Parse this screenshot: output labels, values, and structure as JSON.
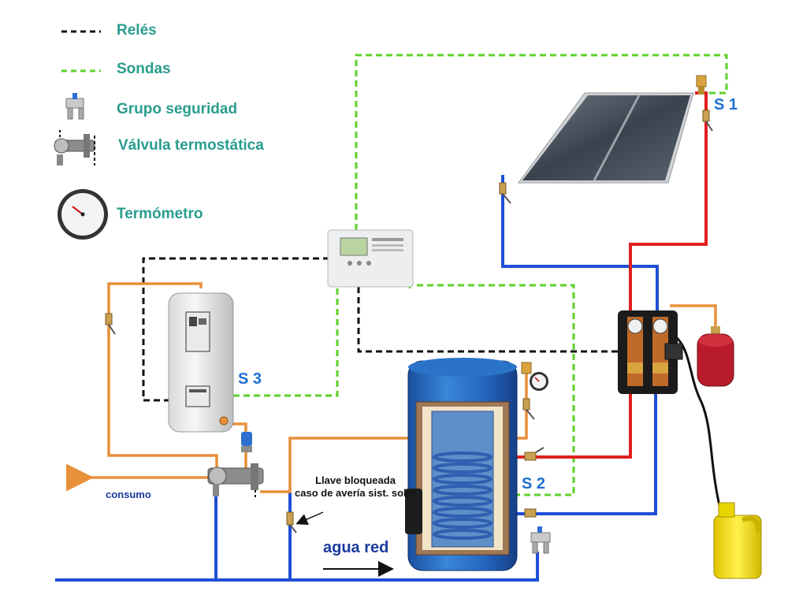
{
  "legend": {
    "reles": "Relés",
    "sondas": "Sondas",
    "grupo_seguridad": "Grupo seguridad",
    "valvula_termostatica": "Válvula termostática",
    "termometro": "Termómetro"
  },
  "sensors": {
    "s1": "S 1",
    "s2": "S 2",
    "s3": "S 3"
  },
  "labels": {
    "llave_line1": "Llave bloqueada",
    "llave_line2": "caso de avería sist. solar",
    "consumo": "consumo",
    "agua_red": "agua red"
  },
  "colors": {
    "relay_line": "#111111",
    "probe_line": "#5ed12a",
    "hot_pipe": "#e02020",
    "cold_pipe": "#1f4fd6",
    "consumption_pipe": "#e8903a",
    "label_teal": "#2a9d8f",
    "sensor_blue": "#1f6fd1"
  }
}
